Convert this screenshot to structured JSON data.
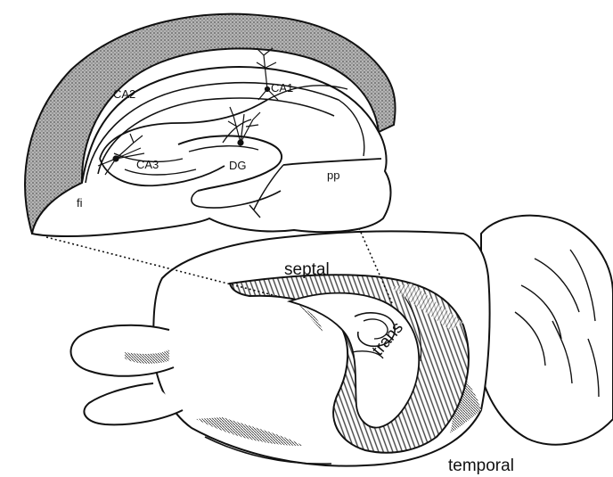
{
  "labels": {
    "ca1": "CA1",
    "ca2": "CA2",
    "ca3": "CA3",
    "dg": "DG",
    "pp": "pp",
    "fi": "fi",
    "septal": "septal",
    "trans": "trans",
    "temporal": "temporal"
  },
  "colors": {
    "ink": "#111111",
    "cortex_stipple": "#8a8a8a",
    "hatch": "#555555",
    "background": "#ffffff"
  }
}
